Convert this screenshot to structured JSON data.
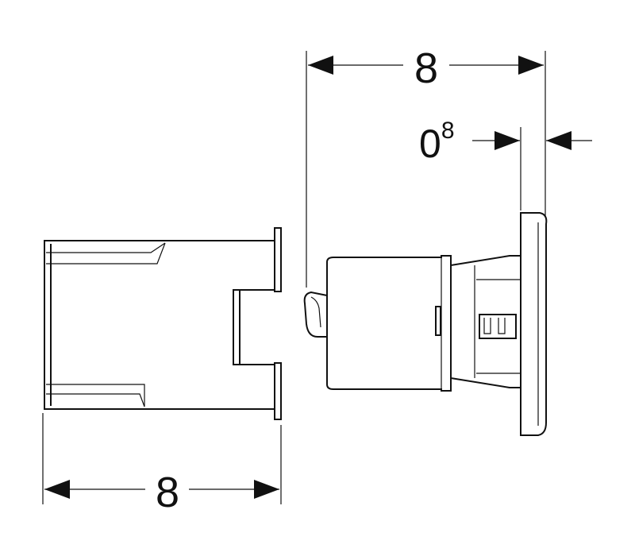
{
  "dimensions": {
    "top_width": "8",
    "offset_main": "0",
    "offset_sup": "8",
    "bottom_width": "8"
  },
  "colors": {
    "ink": "#111111",
    "background": "#ffffff"
  }
}
